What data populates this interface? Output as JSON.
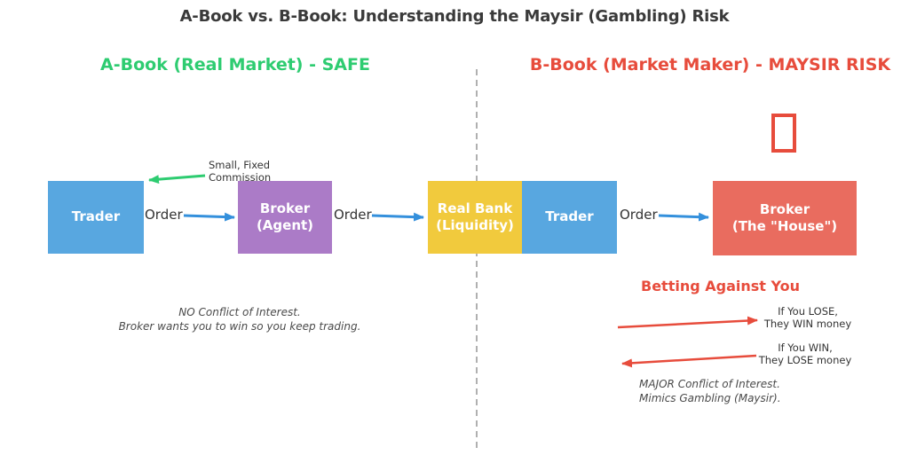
{
  "title": "A-Book vs. B-Book: Understanding the Maysir (Gambling) Risk",
  "left_section": {
    "header": "A-Book (Real Market) - SAFE",
    "trader_box": "Trader",
    "order1_label": "Order",
    "broker_box": "Broker\n(Agent)",
    "order2_label": "Order",
    "bank_box": "Real Bank\n(Liquidity)",
    "commission_label": "Small, Fixed\nCommission",
    "note": "NO Conflict of Interest.\nBroker wants you to win so you keep trading."
  },
  "right_section": {
    "header": "B-Book (Market Maker) - MAYSIR RISK",
    "trader_box": "Trader",
    "order_label": "Order",
    "broker_box": "Broker\n(The \"House\")",
    "betting_label": "Betting Against You",
    "lose_label": "If You LOSE,\nThey WIN money",
    "win_label": "If You WIN,\nThey LOSE money",
    "note": "MAJOR Conflict of Interest.\nMimics Gambling (Maysir)."
  },
  "icons": {
    "broker_house_icon": "missing-glyph-box"
  },
  "colors": {
    "trader_blue": "#58a7e0",
    "agent_purple": "#ab7bc7",
    "bank_yellow": "#f1ca3d",
    "house_red": "#e96c5f",
    "safe_green": "#2ecc71",
    "risk_red": "#e74c3c",
    "arrow_blue": "#3490dc",
    "divider_gray": "#b0b0b0",
    "title_gray": "#3a3a3a"
  }
}
